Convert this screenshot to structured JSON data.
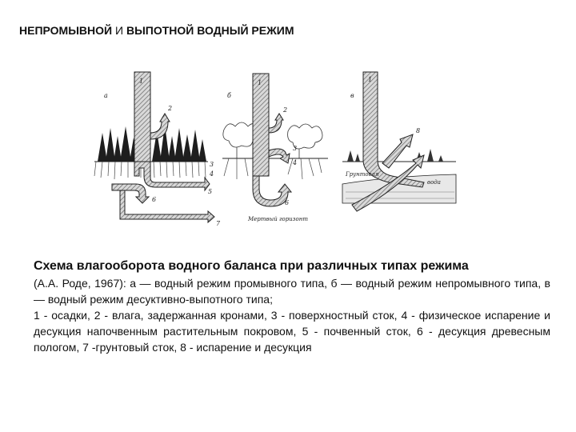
{
  "title": {
    "part1": "НЕПРОМЫВНОЙ",
    "part2": "И",
    "part3": "ВЫПОТНОЙ ВОДНЫЙ РЕЖИМ"
  },
  "figure": {
    "panels": [
      {
        "letter": "а",
        "numbers": [
          "1",
          "2",
          "3",
          "4",
          "5",
          "6",
          "7"
        ]
      },
      {
        "letter": "б",
        "numbers": [
          "1",
          "2",
          "3",
          "4",
          "6"
        ],
        "label": "Мертвый горизонт"
      },
      {
        "letter": "в",
        "numbers": [
          "1",
          "8"
        ],
        "label_groundwater": "Грунтовая",
        "label_water": "вода"
      }
    ]
  },
  "caption": {
    "title": "Схема влагооборота водного баланса при различных типах режима",
    "line1": "(А.А. Роде, 1967): а — водный режим промывного типа, б — водный режим непромывного типа, в — водный режим десуктивно-выпотного типа;",
    "line2": "1 - осадки, 2 - влага, задержанная кронами, 3 - поверхностный сток, 4 - физическое испарение и десукция напочвенным растительным покровом, 5 - почвенный сток, 6 - десукция древесным пологом, 7 -грунтовый сток, 8 - испарение и десукция"
  },
  "colors": {
    "hatch": "#555555",
    "ink": "#222222"
  }
}
